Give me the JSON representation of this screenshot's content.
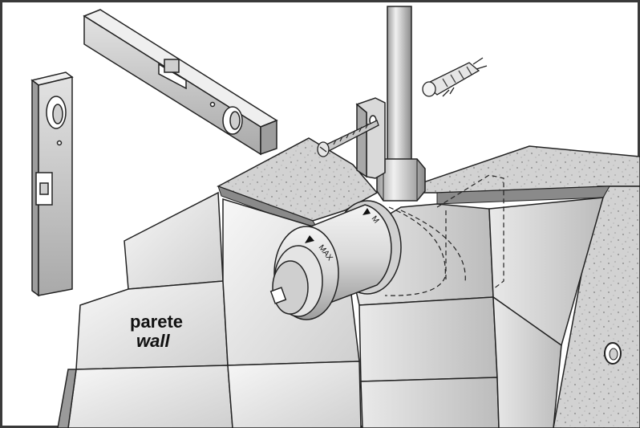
{
  "labels": {
    "wall_it": "parete",
    "wall_en": "wall",
    "max_mark": "MAX",
    "max_mark_partial": "M"
  },
  "colors": {
    "frame": "#3a3a3a",
    "tile_light": "#f2f2f2",
    "tile_mid": "#d4d4d4",
    "tile_dark": "#b5b5b5",
    "concrete": "#cfcfcf",
    "metal_light": "#e6e6e6",
    "metal_dark": "#8e8e8e"
  },
  "icons": [
    "spirit-level-icon",
    "wall-plug-icon",
    "screw-icon",
    "bracket-icon",
    "pipe-icon",
    "valve-body-icon"
  ]
}
